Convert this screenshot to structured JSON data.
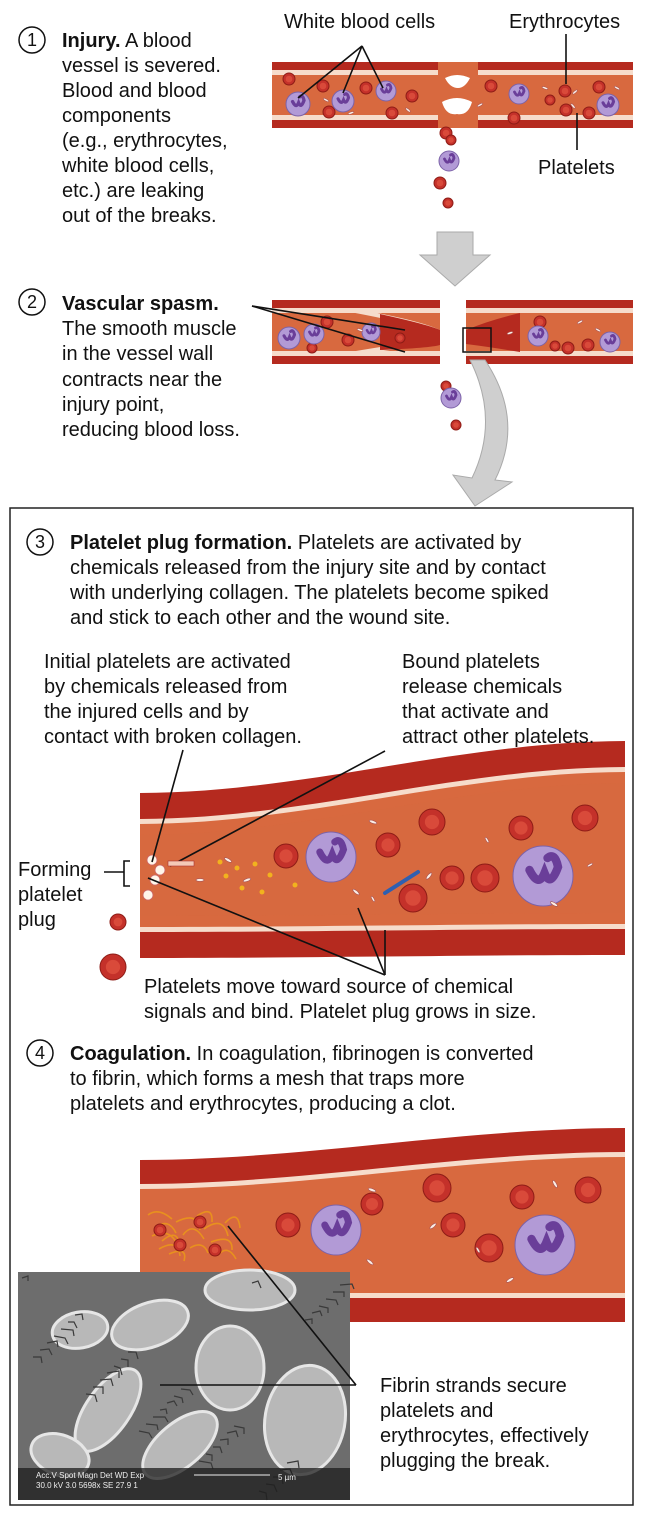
{
  "step1": {
    "number": "1",
    "heading": "Injury.",
    "lines": [
      "A blood",
      "vessel is severed.",
      "Blood and blood",
      "components",
      "(e.g., erythrocytes,",
      "white blood cells,",
      "etc.) are leaking",
      "out of the breaks."
    ],
    "labels": {
      "wbc": "White blood cells",
      "rbc": "Erythrocytes",
      "platelets": "Platelets"
    }
  },
  "step2": {
    "number": "2",
    "heading": "Vascular spasm.",
    "lines": [
      "The smooth muscle",
      "in the vessel wall",
      "contracts near the",
      "injury point,",
      "reducing blood loss."
    ]
  },
  "step3": {
    "number": "3",
    "heading": "Platelet plug formation.",
    "lines": [
      "Platelets are activated by",
      "chemicals released from the injury site and by contact",
      "with underlying collagen. The platelets become spiked",
      "and stick to each other and the wound site."
    ],
    "callout_left": [
      "Initial platelets are activated",
      "by chemicals released from",
      "the injured cells and by",
      "contact with broken collagen."
    ],
    "callout_right": [
      "Bound platelets",
      "release chemicals",
      "that activate and",
      "attract other platelets."
    ],
    "plug_label": [
      "Forming",
      "platelet",
      "plug"
    ],
    "bottom_callout": [
      "Platelets move toward source of chemical",
      "signals and bind. Platelet plug grows in size."
    ]
  },
  "step4": {
    "number": "4",
    "heading": "Coagulation.",
    "lines": [
      "In coagulation, fibrinogen is converted",
      "to fibrin, which forms a mesh that traps more",
      "platelets and erythrocytes, producing a clot."
    ],
    "fibrin_callout": [
      "Fibrin strands secure",
      "platelets and",
      "erythrocytes, effectively",
      "plugging the break."
    ],
    "micrograph": {
      "header": "Acc.V  Spot Magn    Det  WD  Exp",
      "values": "30.0 kV 3.0  5698x   SE  27.9  1",
      "scale": "5 µm"
    }
  },
  "colors": {
    "wall": "#b52a1f",
    "stripe": "#f6dccb",
    "lumen": "#d8693f",
    "rbc": "#c4312a",
    "wbc": "#b29ad6",
    "nucleus": "#6a3e99",
    "arrow": "#cfcfcf"
  }
}
